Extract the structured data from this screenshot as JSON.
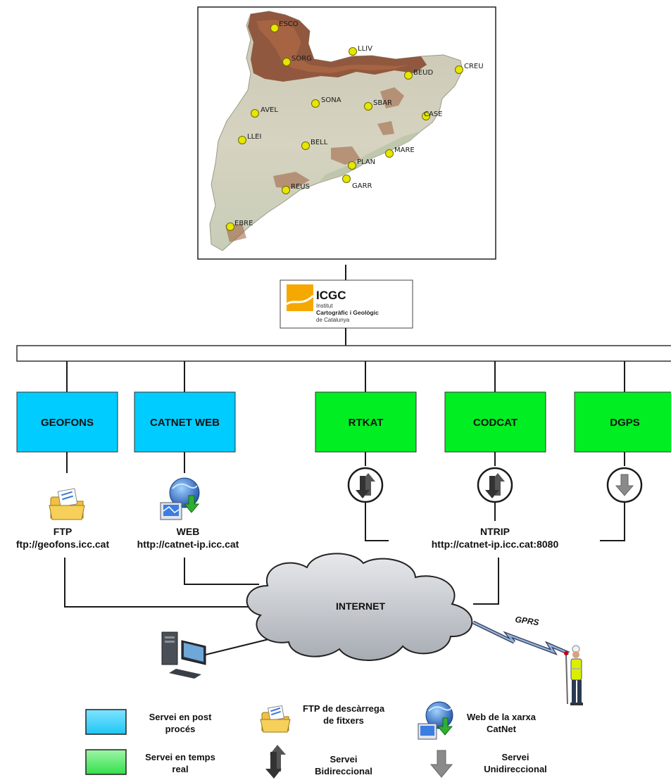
{
  "stations": [
    {
      "name": "ESCO"
    },
    {
      "name": "LLIV"
    },
    {
      "name": "SORG"
    },
    {
      "name": "CREU"
    },
    {
      "name": "BEUD"
    },
    {
      "name": "SONA"
    },
    {
      "name": "SBAR"
    },
    {
      "name": "AVEL"
    },
    {
      "name": "CASE"
    },
    {
      "name": "LLEI"
    },
    {
      "name": "BELL"
    },
    {
      "name": "MARE"
    },
    {
      "name": "PLAN"
    },
    {
      "name": "GARR"
    },
    {
      "name": "REUS"
    },
    {
      "name": "EBRE"
    }
  ],
  "logo": {
    "acronym": "ICGC",
    "line1": "Institut",
    "line2": "Cartogràfic i Geològic",
    "line3": "de Catalunya"
  },
  "services": {
    "geofons": "GEOFONS",
    "catnet_web": "CATNET WEB",
    "rtkat": "RTKAT",
    "codcat": "CODCAT",
    "dgps": "DGPS"
  },
  "access": {
    "ftp_title": "FTP",
    "ftp_url": "ftp://geofons.icc.cat",
    "web_title": "WEB",
    "web_url": "http://catnet-ip.icc.cat",
    "ntrip_title": "NTRIP",
    "ntrip_url": "http://catnet-ip.icc.cat:8080"
  },
  "network": {
    "internet": "INTERNET",
    "gprs": "GPRS"
  },
  "legend": {
    "post_process_1": "Servei en post",
    "post_process_2": "procés",
    "realtime_1": "Servei en temps",
    "realtime_2": "real",
    "ftp_1": "FTP de descàrrega",
    "ftp_2": "de fitxers",
    "web_1": "Web de la xarxa",
    "web_2": "CatNet",
    "bi_1": "Servei",
    "bi_2": "Bidireccional",
    "uni_1": "Servei",
    "uni_2": "Unidireccional"
  },
  "colors": {
    "post_process": "#00ccff",
    "realtime": "#00ee22",
    "station_dot": "#e6e600",
    "cloud": "#b8bcc2"
  }
}
